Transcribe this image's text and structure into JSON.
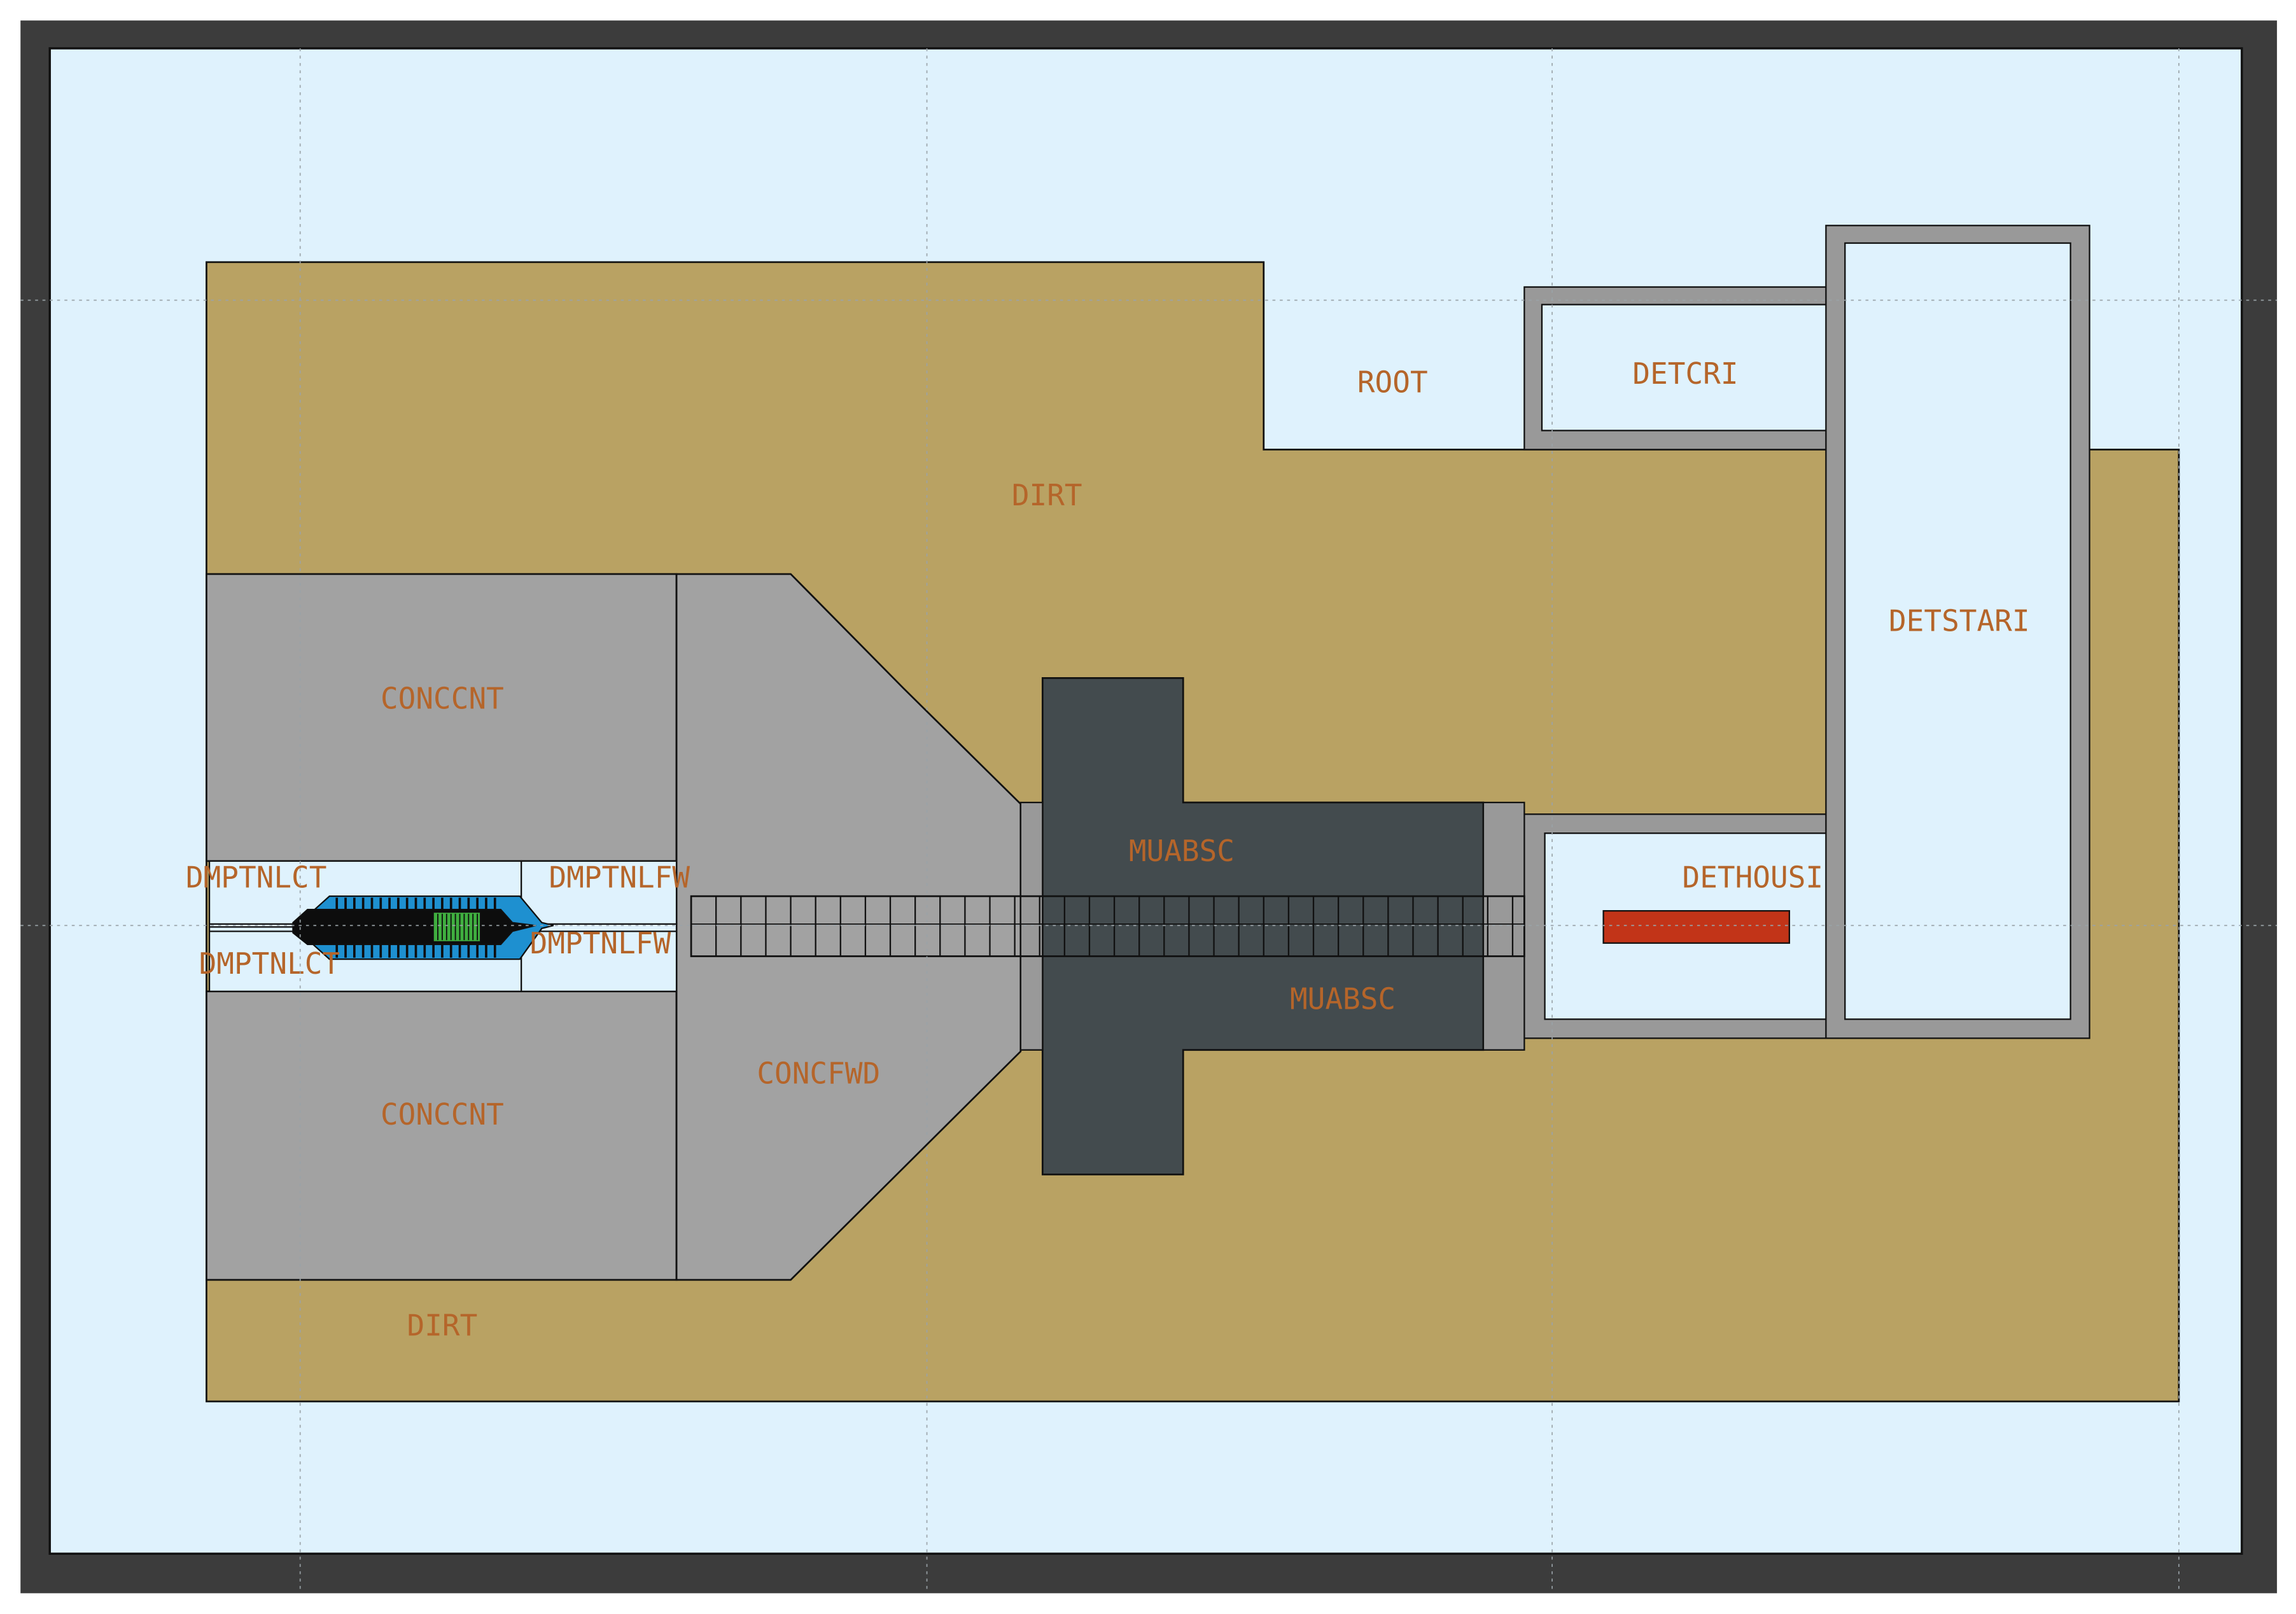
{
  "colors": {
    "frame": "#3c3c3c",
    "background": "#dff2fd",
    "dirt": "#b9a263",
    "concrete": "#a2a2a2",
    "absorber": "#434b4e",
    "shield_gray": "#999999",
    "target_blue": "#1e90d0",
    "target_black": "#0d0d0d",
    "target_green": "#3fae3f",
    "detector_red": "#c23418",
    "label": "#b5652a",
    "grid": "#9aa3a8",
    "outline": "#111111"
  },
  "regions": [
    {
      "id": "dirt-top",
      "name": "DIRT"
    },
    {
      "id": "dirt-bottom",
      "name": "DIRT"
    },
    {
      "id": "root",
      "name": "ROOT"
    },
    {
      "id": "detcri",
      "name": "DETCRI"
    },
    {
      "id": "detstari",
      "name": "DETSTARI"
    },
    {
      "id": "dethousi",
      "name": "DETHOUSI"
    },
    {
      "id": "conccnt-top",
      "name": "CONCCNT"
    },
    {
      "id": "conccnt-bottom",
      "name": "CONCCNT"
    },
    {
      "id": "concfwd",
      "name": "CONCFWD"
    },
    {
      "id": "muabsc-top",
      "name": "MUABSC"
    },
    {
      "id": "muabsc-bottom",
      "name": "MUABSC"
    },
    {
      "id": "dmptnlct-top",
      "name": "DMPTNLCT"
    },
    {
      "id": "dmptnlct-bottom",
      "name": "DMPTNLCT"
    },
    {
      "id": "dmptnlfw-top",
      "name": "DMPTNLFW"
    },
    {
      "id": "dmptnlfw-bottom",
      "name": "DMPTNLFW"
    }
  ]
}
